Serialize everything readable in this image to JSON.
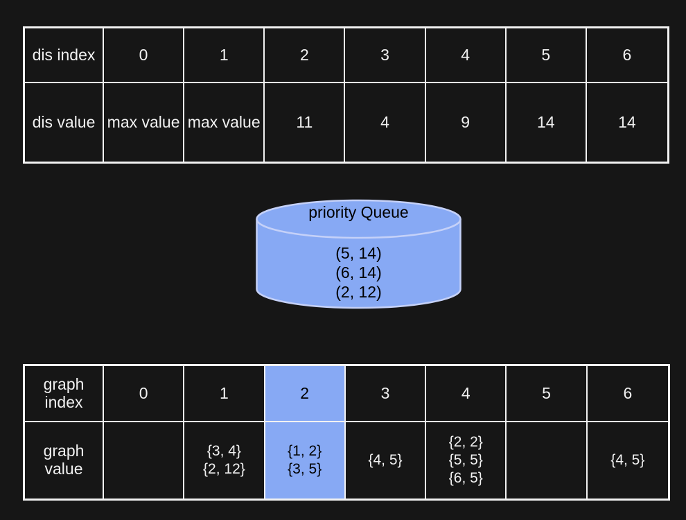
{
  "colors": {
    "background": "#161616",
    "table_border": "#f2f2f2",
    "text_light": "#f1f1f1",
    "highlight_blue": "#87a9f4",
    "cylinder_fill": "#87a9f4",
    "cylinder_outline": "#c5d1f8",
    "text_dark": "#000000"
  },
  "dis_table": {
    "index_label": "dis index",
    "value_label": "dis value",
    "indices": [
      "0",
      "1",
      "2",
      "3",
      "4",
      "5",
      "6"
    ],
    "values": [
      "max value",
      "max value",
      "11",
      "4",
      "9",
      "14",
      "14"
    ]
  },
  "priority_queue": {
    "title": "priority Queue",
    "items": [
      "(5, 14)",
      "(6, 14)",
      "(2, 12)"
    ]
  },
  "graph_table": {
    "index_label": "graph\nindex",
    "value_label": "graph\nvalue",
    "indices": [
      "0",
      "1",
      "2",
      "3",
      "4",
      "5",
      "6"
    ],
    "values": [
      "",
      "{3, 4}\n{2, 12}",
      "{1, 2}\n{3, 5}",
      "{4, 5}",
      "{2, 2}\n{5, 5}\n{6, 5}",
      "",
      "{4, 5}"
    ],
    "highlighted_index": "2"
  }
}
